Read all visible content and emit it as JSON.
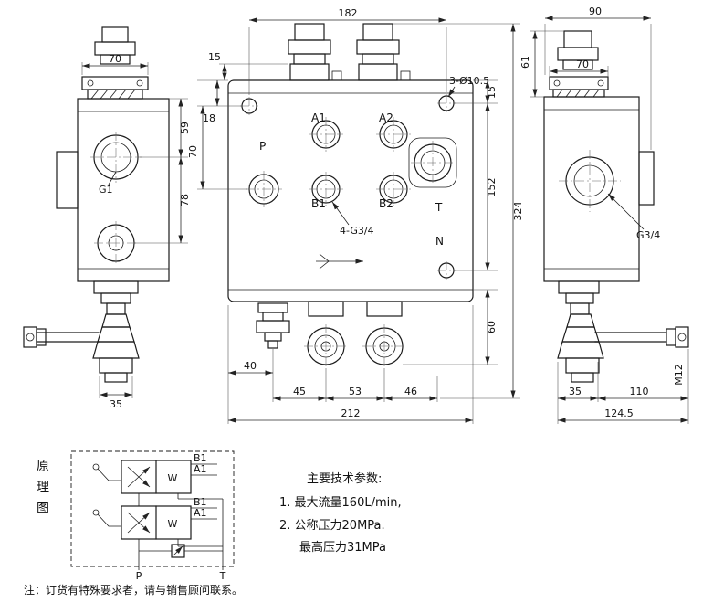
{
  "drawing": {
    "dims": {
      "w182": "182",
      "w90": "90",
      "w70_left": "70",
      "w70_right": "70",
      "h15_cap": "15",
      "h61": "61",
      "h59": "59",
      "h78": "78",
      "h18": "18",
      "h70_front": "70",
      "holes_callout": "3-Ø10.5",
      "h15_right": "15",
      "h152": "152",
      "h324": "324",
      "h60": "60",
      "w40": "40",
      "w45": "45",
      "w53": "53",
      "w46": "46",
      "w212": "212",
      "w35_left": "35",
      "w35_right": "35",
      "w110": "110",
      "w124_5": "124.5",
      "m12": "M12"
    },
    "labels": {
      "g1": "G1",
      "p": "P",
      "a1": "A1",
      "a2": "A2",
      "b1": "B1",
      "b2": "B2",
      "t": "T",
      "n": "N",
      "g34_front": "4-G3/4",
      "g34_right": "G3/4"
    }
  },
  "schematic": {
    "caption": "原理图",
    "v1_b": "B1",
    "v1_a": "A1",
    "v2_b": "B1",
    "v2_a": "A1",
    "w1": "W",
    "w2": "W",
    "p": "P",
    "t": "T"
  },
  "tech": {
    "title": "主要技术参数:",
    "item1": "1. 最大流量160L/min,",
    "item2": "2. 公称压力20MPa.",
    "item3": "最高压力31MPa"
  },
  "note": "注：订货有特殊要求者，请与销售顾问联系。"
}
